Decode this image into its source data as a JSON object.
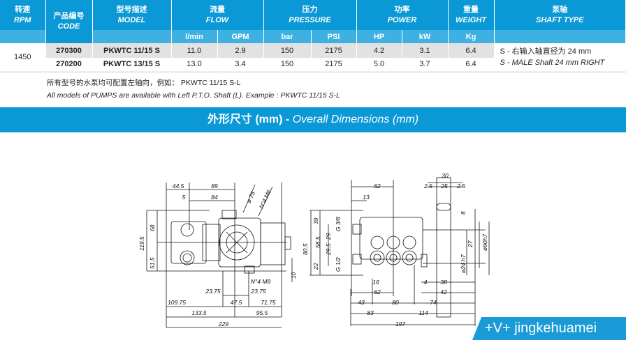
{
  "table": {
    "headers": [
      {
        "cn": "转速",
        "en": "RPM"
      },
      {
        "cn": "产品编号",
        "en": "CODE"
      },
      {
        "cn": "型号描述",
        "en": "MODEL"
      },
      {
        "cn": "流量",
        "en": "FLOW"
      },
      {
        "cn": "压力",
        "en": "PRESSURE"
      },
      {
        "cn": "功率",
        "en": "POWER"
      },
      {
        "cn": "重量",
        "en": "WEIGHT"
      },
      {
        "cn": "泵轴",
        "en": "SHAFT TYPE"
      }
    ],
    "units": [
      "l/min",
      "GPM",
      "bar",
      "PSI",
      "HP",
      "kW",
      "Kg"
    ],
    "rpm": "1450",
    "rows": [
      {
        "code": "270300",
        "model": "PKWTC 11/15 S",
        "lmin": "11.0",
        "gpm": "2.9",
        "bar": "150",
        "psi": "2175",
        "hp": "4.2",
        "kw": "3.1",
        "kg": "6.4"
      },
      {
        "code": "270200",
        "model": "PKWTC 13/15 S",
        "lmin": "13.0",
        "gpm": "3.4",
        "bar": "150",
        "psi": "2175",
        "hp": "5.0",
        "kw": "3.7",
        "kg": "6.4"
      }
    ],
    "shaft": {
      "cn": "S - 右输入轴直径为 24 mm",
      "en": "S - MALE Shaft 24 mm RIGHT"
    }
  },
  "notes": {
    "cn": "所有型号的水泵均可配置左轴向，例如： PKWTC 11/15 S-L",
    "en": "All models of PUMPS are available with Left P.T.O. Shaft (L). Example : PKWTC 11/15 S-L"
  },
  "section": {
    "cn": "外形尺寸 (mm)",
    "sep": " - ",
    "en": "Overall Dimensions (mm)"
  },
  "side_view": [
    "44.5",
    "89",
    "5",
    "84",
    "ø 75",
    "N°4 M6",
    "68",
    "119.5",
    "51.5",
    "10",
    "N°4 M8",
    "23.75",
    "23.75",
    "109.75",
    "47.5",
    "71.75",
    "133.5",
    "95.5",
    "229"
  ],
  "front_view": [
    "30",
    "2.5",
    "25",
    "2.5",
    "62",
    "13",
    "8",
    "39",
    "G 3/8",
    "29",
    "58.5",
    "80.5",
    "29.5",
    "G 1/2",
    "22",
    "ø90h7",
    "27",
    "ø24 h7",
    "16",
    "4",
    "38",
    "62",
    "42",
    "43",
    "80",
    "74",
    "83",
    "114",
    "197"
  ],
  "watermark": "+V+ jingkehuamei"
}
